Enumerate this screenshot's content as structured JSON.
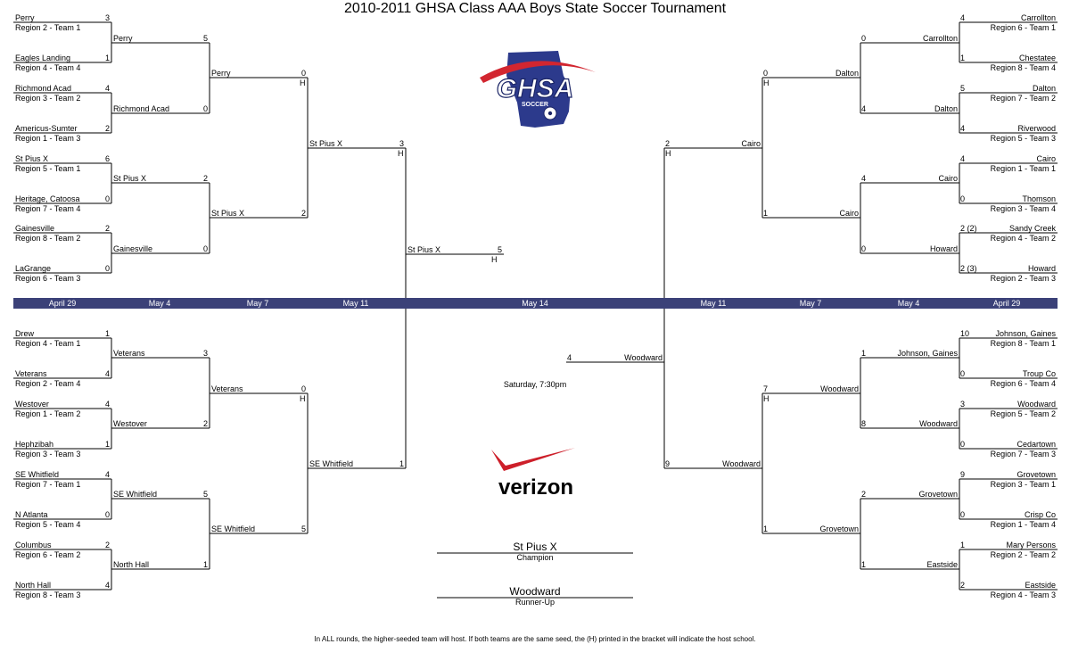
{
  "title": "2010-2011 GHSA Class AAA Boys State Soccer Tournament",
  "logos": {
    "ghsa_text": "GHSA",
    "ghsa_sub": "SOCCER",
    "verizon_text": "verizon"
  },
  "dates_bar": [
    "April 29",
    "May 4",
    "May 7",
    "May 11",
    "May 14",
    "May 11",
    "May 7",
    "May 4",
    "April 29"
  ],
  "notes": {
    "final_time": "Saturday, 7:30pm",
    "footnote": "In ALL rounds, the higher-seeded team will host.  If both teams are the same seed, the (H) printed in the bracket will indicate the host school."
  },
  "result": {
    "champion": "St Pius X",
    "champion_label": "Champion",
    "runner_up": "Woodward",
    "runner_up_label": "Runner-Up"
  },
  "r1_top_left": [
    {
      "team": "Perry",
      "seed": "Region 2 - Team 1",
      "score": "3"
    },
    {
      "team": "Eagles Landing",
      "seed": "Region 4 - Team 4",
      "score": "1"
    },
    {
      "team": "Richmond Acad",
      "seed": "Region 3 - Team 2",
      "score": "4"
    },
    {
      "team": "Americus-Sumter",
      "seed": "Region 1 - Team 3",
      "score": "2"
    },
    {
      "team": "St Pius X",
      "seed": "Region 5 - Team 1",
      "score": "6"
    },
    {
      "team": "Heritage, Catoosa",
      "seed": "Region 7 - Team 4",
      "score": "0"
    },
    {
      "team": "Gainesville",
      "seed": "Region 8 - Team 2",
      "score": "2"
    },
    {
      "team": "LaGrange",
      "seed": "Region 6 - Team 3",
      "score": "0"
    }
  ],
  "r2_top_left": [
    {
      "team": "Perry",
      "score": "5"
    },
    {
      "team": "Richmond Acad",
      "score": "0"
    },
    {
      "team": "St Pius X",
      "score": "2"
    },
    {
      "team": "Gainesville",
      "score": "0"
    }
  ],
  "qf_top_left": [
    {
      "team": "Perry",
      "score": "0",
      "host": "H"
    },
    {
      "team": "St Pius X",
      "score": "2",
      "host": ""
    }
  ],
  "sf_top_left": {
    "team": "St Pius X",
    "score": "3",
    "host": "H"
  },
  "final_left": {
    "team": "St Pius X",
    "score": "5",
    "host": "H"
  },
  "r1_bottom_left": [
    {
      "team": "Drew",
      "seed": "Region 4 - Team 1",
      "score": "1"
    },
    {
      "team": "Veterans",
      "seed": "Region 2 - Team 4",
      "score": "4"
    },
    {
      "team": "Westover",
      "seed": "Region 1 - Team 2",
      "score": "4"
    },
    {
      "team": "Hephzibah",
      "seed": "Region 3 - Team 3",
      "score": "1"
    },
    {
      "team": "SE Whitfield",
      "seed": "Region 7 - Team 1",
      "score": "4"
    },
    {
      "team": "N Atlanta",
      "seed": "Region 5 - Team 4",
      "score": "0"
    },
    {
      "team": "Columbus",
      "seed": "Region 6 - Team 2",
      "score": "2"
    },
    {
      "team": "North Hall",
      "seed": "Region 8 - Team 3",
      "score": "4"
    }
  ],
  "r2_bottom_left": [
    {
      "team": "Veterans",
      "score": "3"
    },
    {
      "team": "Westover",
      "score": "2"
    },
    {
      "team": "SE Whitfield",
      "score": "5"
    },
    {
      "team": "North Hall",
      "score": "1"
    }
  ],
  "qf_bottom_left": [
    {
      "team": "Veterans",
      "score": "0",
      "host": "H"
    },
    {
      "team": "SE Whitfield",
      "score": "5",
      "host": ""
    }
  ],
  "sf_bottom_left": {
    "team": "SE Whitfield",
    "score": "1"
  },
  "r1_top_right": [
    {
      "team": "Carrollton",
      "seed": "Region 6 - Team 1",
      "score": "4"
    },
    {
      "team": "Chestatee",
      "seed": "Region 8 - Team 4",
      "score": "1"
    },
    {
      "team": "Dalton",
      "seed": "Region 7 - Team 2",
      "score": "5"
    },
    {
      "team": "Riverwood",
      "seed": "Region 5 - Team 3",
      "score": "4"
    },
    {
      "team": "Cairo",
      "seed": "Region 1 - Team 1",
      "score": "4"
    },
    {
      "team": "Thomson",
      "seed": "Region 3 - Team 4",
      "score": "0"
    },
    {
      "team": "Sandy Creek",
      "seed": "Region 4 - Team 2",
      "score": "2 (2)"
    },
    {
      "team": "Howard",
      "seed": "Region 2 - Team 3",
      "score": "2 (3)"
    }
  ],
  "r2_top_right": [
    {
      "team": "Carrollton",
      "score": "0"
    },
    {
      "team": "Dalton",
      "score": "4"
    },
    {
      "team": "Cairo",
      "score": "4"
    },
    {
      "team": "Howard",
      "score": "0"
    }
  ],
  "qf_top_right": [
    {
      "team": "Dalton",
      "score": "0",
      "host": "H"
    },
    {
      "team": "Cairo",
      "score": "1",
      "host": ""
    }
  ],
  "sf_top_right": {
    "team": "Cairo",
    "score": "2",
    "host": "H"
  },
  "final_right": {
    "team": "Woodward",
    "score": "4"
  },
  "r1_bottom_right": [
    {
      "team": "Johnson, Gaines",
      "seed": "Region 8 - Team 1",
      "score": "10"
    },
    {
      "team": "Troup Co",
      "seed": "Region 6 - Team 4",
      "score": "0"
    },
    {
      "team": "Woodward",
      "seed": "Region 5 - Team 2",
      "score": "3"
    },
    {
      "team": "Cedartown",
      "seed": "Region 7 - Team 3",
      "score": "0"
    },
    {
      "team": "Grovetown",
      "seed": "Region 3 - Team 1",
      "score": "9"
    },
    {
      "team": "Crisp Co",
      "seed": "Region 1 - Team 4",
      "score": "0"
    },
    {
      "team": "Mary Persons",
      "seed": "Region 2 - Team 2",
      "score": "1"
    },
    {
      "team": "Eastside",
      "seed": "Region 4 - Team 3",
      "score": "2"
    }
  ],
  "r2_bottom_right": [
    {
      "team": "Johnson, Gaines",
      "score": "1"
    },
    {
      "team": "Woodward",
      "score": "8"
    },
    {
      "team": "Grovetown",
      "score": "2"
    },
    {
      "team": "Eastside",
      "score": "1"
    }
  ],
  "qf_bottom_right": [
    {
      "team": "Woodward",
      "score": "7",
      "host": "H"
    },
    {
      "team": "Grovetown",
      "score": "1",
      "host": ""
    }
  ],
  "sf_bottom_right": {
    "team": "Woodward",
    "score": "9"
  }
}
